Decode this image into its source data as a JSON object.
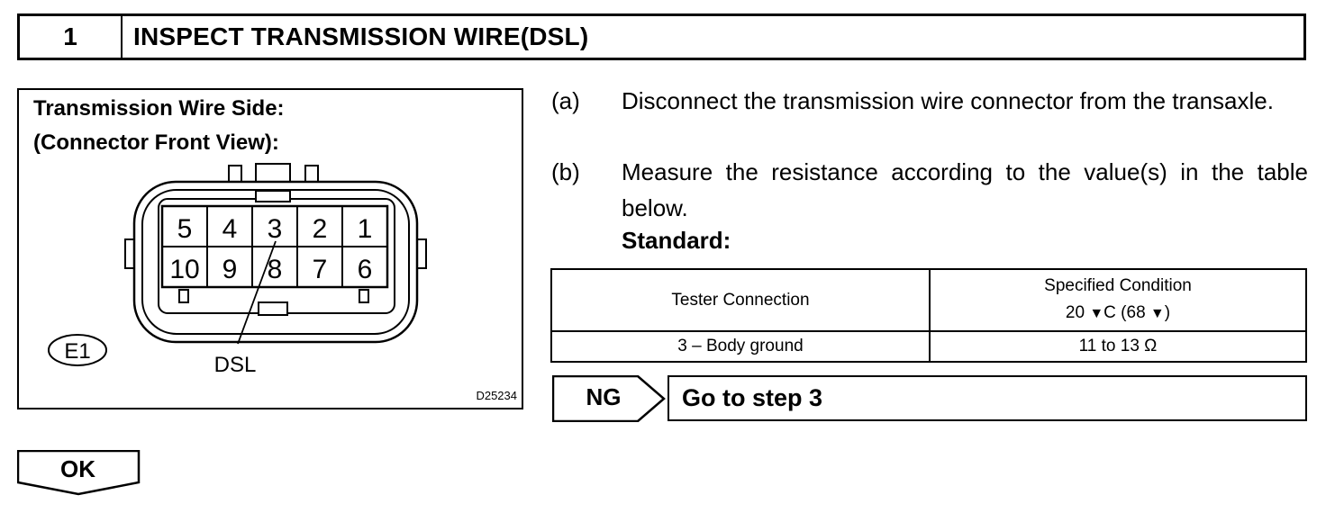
{
  "step": {
    "number": "1",
    "title": "INSPECT TRANSMISSION WIRE(DSL)"
  },
  "figure": {
    "caption_line1": "Transmission Wire Side:",
    "caption_line2": "(Connector Front View):",
    "pins_top": [
      "5",
      "4",
      "3",
      "2",
      "1"
    ],
    "pins_bottom": [
      "10",
      "9",
      "8",
      "7",
      "6"
    ],
    "connector_code": "E1",
    "pointer_label": "DSL",
    "figure_code": "D25234"
  },
  "instructions": [
    {
      "mark": "(a)",
      "text": "Disconnect the transmission wire connector from the transaxle."
    },
    {
      "mark": "(b)",
      "text": "Measure the resistance according to the value(s) in the table below."
    }
  ],
  "standard_label": "Standard:",
  "spec_table": {
    "headers": {
      "tester_connection": "Tester Connection",
      "specified_condition": "Specified Condition",
      "temp_value_c": "20",
      "temp_unit_c": "C (68",
      "temp_unit_f": ")"
    },
    "rows": [
      {
        "connection": "3 – Body ground",
        "condition": "11 to 13 Ω"
      }
    ]
  },
  "ng": {
    "label": "NG",
    "action": "Go to step 3"
  },
  "ok": {
    "label": "OK"
  }
}
